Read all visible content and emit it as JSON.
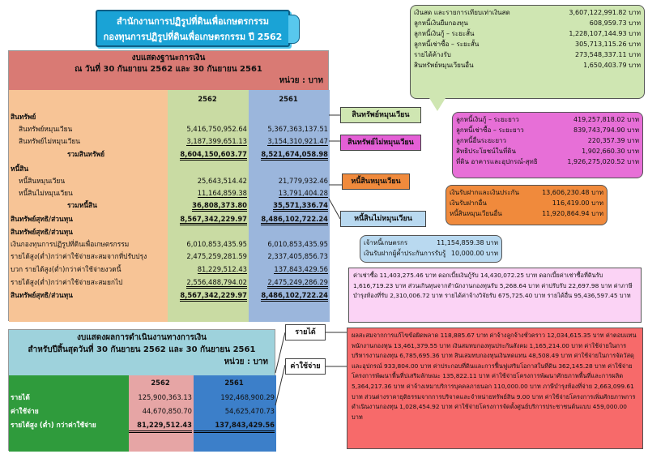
{
  "banner": {
    "line1": "สำนักงานการปฏิรูปที่ดินเพื่อเกษตรกรรม",
    "line2": "กองทุนการปฏิรูปที่ดินเพื่อเกษตรกรรม  ปี 2562"
  },
  "balance_sheet": {
    "title": "งบแสดงฐานะการเงิน",
    "subtitle": "ณ  วันที่ 30 กันยายน 2562 และ 30 กันยายน 2561",
    "unit": "หน่วย : บาท",
    "col_a": "2562",
    "col_b": "2561",
    "rows": [
      {
        "label": "สินทรัพย์",
        "a": "",
        "b": ""
      },
      {
        "label": "สินทรัพย์หมุนเวียน",
        "a": "5,416,750,952.64",
        "b": "5,367,363,137.51"
      },
      {
        "label": "สินทรัพย์ไม่หมุนเวียน",
        "a": "3,187,399,651.13",
        "b": "3,154,310,921.47"
      },
      {
        "label": "รวมสินทรัพย์",
        "a": "8,604,150,603.77",
        "b": "8,521,674,058.98"
      },
      {
        "label": "หนี้สิน",
        "a": "",
        "b": ""
      },
      {
        "label": "หนี้สินหมุนเวียน",
        "a": "25,643,514.42",
        "b": "21,779,932.46"
      },
      {
        "label": "หนี้สินไม่หมุนเวียน",
        "a": "11,164,859.38",
        "b": "13,791,404.28"
      },
      {
        "label": "รวมหนี้สิน",
        "a": "36,808,373.80",
        "b": "35,571,336.74"
      },
      {
        "label": "สินทรัพย์สุทธิ/ส่วนทุน",
        "a": "8,567,342,229.97",
        "b": "8,486,102,722.24"
      },
      {
        "label": "สินทรัพย์สุทธิ/ส่วนทุน",
        "a": "",
        "b": ""
      },
      {
        "label": "เงินกองทุนการปฏิรูปที่ดินเพื่อเกษตรกรรม",
        "a": "6,010,853,435.95",
        "b": "6,010,853,435.95"
      },
      {
        "label": "รายได้สูง(ต่ำ)กว่าค่าใช้จ่ายสะสมจากที่ปรับปรุง",
        "a": "2,475,259,281.59",
        "b": "2,337,405,856.73"
      },
      {
        "label": "บวก รายได้สูง(ต่ำ)กว่าค่าใช้จ่ายงวดนี้",
        "a": "81,229,512.43",
        "b": "137,843,429.56"
      },
      {
        "label": "รายได้สูง(ต่ำ)กว่าค่าใช้จ่ายสะสมยกไป",
        "a": "2,556,488,794.02",
        "b": "2,475,249,286.29"
      },
      {
        "label": "สินทรัพย์สุทธิ/ส่วนทุน",
        "a": "8,567,342,229.97",
        "b": "8,486,102,722.24"
      }
    ]
  },
  "operations": {
    "title": "งบแสดงผลการดำเนินงานทางการเงิน",
    "subtitle": "สำหรับปีสิ้นสุดวันที่ 30 กันยายน 2562 และ 30 กันยายน 2561",
    "unit": "หน่วย : บาท",
    "col_a": "2562",
    "col_b": "2561",
    "rows": [
      {
        "label": "รายได้",
        "a": "125,900,363.13",
        "b": "192,468,900.29"
      },
      {
        "label": "ค่าใช้จ่าย",
        "a": "44,670,850.70",
        "b": "54,625,470.73"
      },
      {
        "label": "รายได้สูง (ต่ำ) กว่าค่าใช้จ่าย",
        "a": "81,229,512.43",
        "b": "137,843,429.56"
      }
    ]
  },
  "current_assets_box": {
    "items": [
      {
        "k": "เงินสด และรายการเทียบเท่าเงินสด",
        "v": "3,607,122,991.82 บาท"
      },
      {
        "k": "ลูกหนี้เงินยืมกองทุน",
        "v": "608,959.73 บาท"
      },
      {
        "k": "ลูกหนี้เงินกู้ – ระยะสั้น",
        "v": "1,228,107,144.93 บาท"
      },
      {
        "k": "ลูกหนี้เช่าซื้อ – ระยะสั้น",
        "v": "305,713,115.26 บาท"
      },
      {
        "k": "รายได้ค้างรับ",
        "v": "273,548,337.11 บาท"
      },
      {
        "k": "สินทรัพย์หมุนเวียนอื่น",
        "v": "1,650,403.79 บาท"
      }
    ]
  },
  "noncurrent_assets_box": {
    "items": [
      {
        "k": "ลูกหนี้เงินกู้ – ระยะยาว",
        "v": "419,257,818.02 บาท"
      },
      {
        "k": "ลูกหนี้เช่าซื้อ – ระยะยาว",
        "v": "839,743,794.90 บาท"
      },
      {
        "k": "ลูกหนี้อื่นระยะยาว",
        "v": "220,357.39 บาท"
      },
      {
        "k": "สิทธิประโยชน์ในที่ดิน",
        "v": "1,902,660.30 บาท"
      },
      {
        "k": "ที่ดิน อาคารและอุปกรณ์-สุทธิ",
        "v": "1,926,275,020.52 บาท"
      }
    ]
  },
  "current_liab_box": {
    "items": [
      {
        "k": "เงินรับฝากและเงินประกัน",
        "v": "13,606,230.48 บาท"
      },
      {
        "k": "เงินรับฝากอื่น",
        "v": "116,419.00 บาท"
      },
      {
        "k": "หนี้สินหมุนเวียนอื่น",
        "v": "11,920,864.94 บาท"
      }
    ]
  },
  "noncurrent_liab_box": {
    "items": [
      {
        "k": "เจ้าหนี้เกษตรกร",
        "v": "11,154,859.38 บาท"
      },
      {
        "k": "เงินรับฝากผู้ค้ำประกันการรับรู้",
        "v": "10,000.00 บาท"
      }
    ]
  },
  "tags": {
    "current_assets": "สินทรัพย์หมุนเวียน",
    "noncurrent_assets": "สินทรัพย์ไม่หมุนเวียน",
    "current_liab": "หนี้สินหมุนเวียน",
    "noncurrent_liab": "หนี้สินไม่หมุนเวียน",
    "revenue": "รายได้",
    "expense": "ค่าใช้จ่าย"
  },
  "revenue_text": "ค่าเช่าซื้อ 11,403,275.46 บาท ดอกเบี้ยเงินกู้รับ 14,430,072.25 บาท ดอกเบี้ยค่าเช่าซื้อที่ดินรับ 1,616,719.23 บาท ส่วนเกินทุนจากสำนักงานกองทุนรับ 5,268.64 บาท ค่าปรับรับ 22,697.98 บาท ค่าภาษีบำรุงท้องที่รับ 2,310,006.72 บาท รายได้ค่าจ้างวิจัยรับ 675,725.40 บาท รายได้อื่น 95,436,597.45 บาท",
  "expense_text": "ผลสะสมจากการแก้ไขข้อผิดพลาด 118,885.67 บาท ค่าจ้างลูกจ้างชั่วคราว 12,034,615.35 บาท ค่าตอบแทนพนักงานกองทุน 13,461,379.55 บาท เงินสมทบกองทุนประกันสังคม 1,165,214.00 บาท ค่าใช้จ่ายในการบริหารงานกองทุน 6,785,695.36 บาท สินเสมทบกองทุนเงินทดแทน 48,508.49 บาท ค่าใช้จ่ายในการจัดวัสดุและอุปกรณ์ 933,804.00 บาท ค่าประกอบที่ดินและการฟื้นฟูเสริมโอกาสในที่ดิน 362,145.28 บาท ค่าใช้จ่ายโครงการพัฒนาพื้นที่ปเสริมลักษณะ 135,822.11 บาท ค่าใช้จ่ายโครงการพัฒนาศักยภาพพื้นที่และการผลิต 5,364,217.36 บาท ค่าจ้างเหมาบริการบุคคลภายนอก 110,000.00 บาท ภาษีบำรุงท้องที่จ่าย 2,663,099.61 บาท ส่วนต่างราคายุติธรรมจากการบริจาคและจำหน่ายทรัพย์สิน 9.00 บาท ค่าใช้จ่ายโครงการเพิ่มศักยภาพการดำเนินงานกองทุน 1,028,454.92 บาท ค่าใช้จ่ายโครงการจัดตั้งศูนย์บริการประชาชนต้นแบบ 459,000.00 บาท"
}
